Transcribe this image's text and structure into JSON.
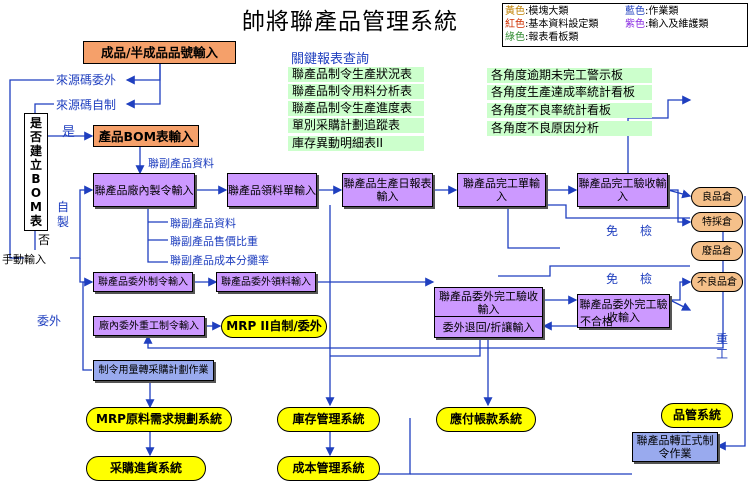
{
  "title": "帥將聯產品管理系統",
  "legend": [
    {
      "label": "黃色",
      "text": ":模塊大類",
      "color": "#c08000"
    },
    {
      "label": "藍色",
      "text": ":作業類",
      "color": "#1f3fbf"
    },
    {
      "label": "紅色",
      "text": ":基本資料設定類",
      "color": "#d03000"
    },
    {
      "label": "紫色",
      "text": ":輸入及維護類",
      "color": "#8a2be2"
    },
    {
      "label": "綠色",
      "text": ":報表看板類",
      "color": "#2e8b2e"
    }
  ],
  "boxes": {
    "product_no_input": "成品/半成品品號輸入",
    "bom_input": "產品BOM表輸入",
    "in_factory_order": "聯產品廠內製令輸入",
    "material_issue": "聯產品領料單輸入",
    "daily_report": "聯產品生產日報表輸入",
    "completion_input": "聯產品完工單輸入",
    "inspection_input": "聯產品完工驗收輸入",
    "subcontract_order": "聯產品委外制令輸入",
    "subcontract_material": "聯產品委外領料輸入",
    "subcontract_completion": "聯產品委外完工驗收輸入",
    "subcontract_inspection": "聯產品委外完工驗收輸入",
    "subcontract_return": "委外退回/折讓輸入",
    "rework_order": "廠內委外重工制令輸入",
    "mrp2": "MRP II自制/委外",
    "purchase_plan": "制令用量轉采購計劃作業",
    "mrp_system": "MRP原料需求規劃系統",
    "inventory_system": "庫存管理系統",
    "ap_system": "應付帳款系統",
    "qc_system": "品管系統",
    "purchase_system": "采購進貨系統",
    "cost_system": "成本管理系統",
    "to_formal_order": "聯產品轉正式制令作業"
  },
  "warehouses": [
    "良品倉",
    "特採倉",
    "廢品倉",
    "不良品倉"
  ],
  "reports_title": "關鍵報表查詢",
  "reports": [
    "聯產品制令生產狀況表",
    "聯產品制令用料分析表",
    "聯產品制令生產進度表",
    "單別采購計劃追蹤表",
    "庫存異動明細表II"
  ],
  "boards": [
    "各角度逾期未完工警示板",
    "各角度生產達成率統計看板",
    "各角度不良率統計看板",
    "各角度不良原因分析"
  ],
  "labels": {
    "source_subcontract": "來源碼委外",
    "source_selfmade": "來源碼自制",
    "build_bom": "是否建立BOM表",
    "yes": "是",
    "no": "否",
    "manual_input": "手動輸入",
    "self_made": "自製",
    "outsource": "委外",
    "coproduct_data_1": "聯副產品資料",
    "coproduct_data_2": "聯副產品資料",
    "coproduct_weight": "聯副產品售價比重",
    "coproduct_cost": "聯副產品成本分攤率",
    "exempt_1": "免",
    "check_1": "檢",
    "exempt_2": "免",
    "check_2": "檢",
    "fail": "不合格",
    "rework_1": "重",
    "rework_2": "工"
  }
}
